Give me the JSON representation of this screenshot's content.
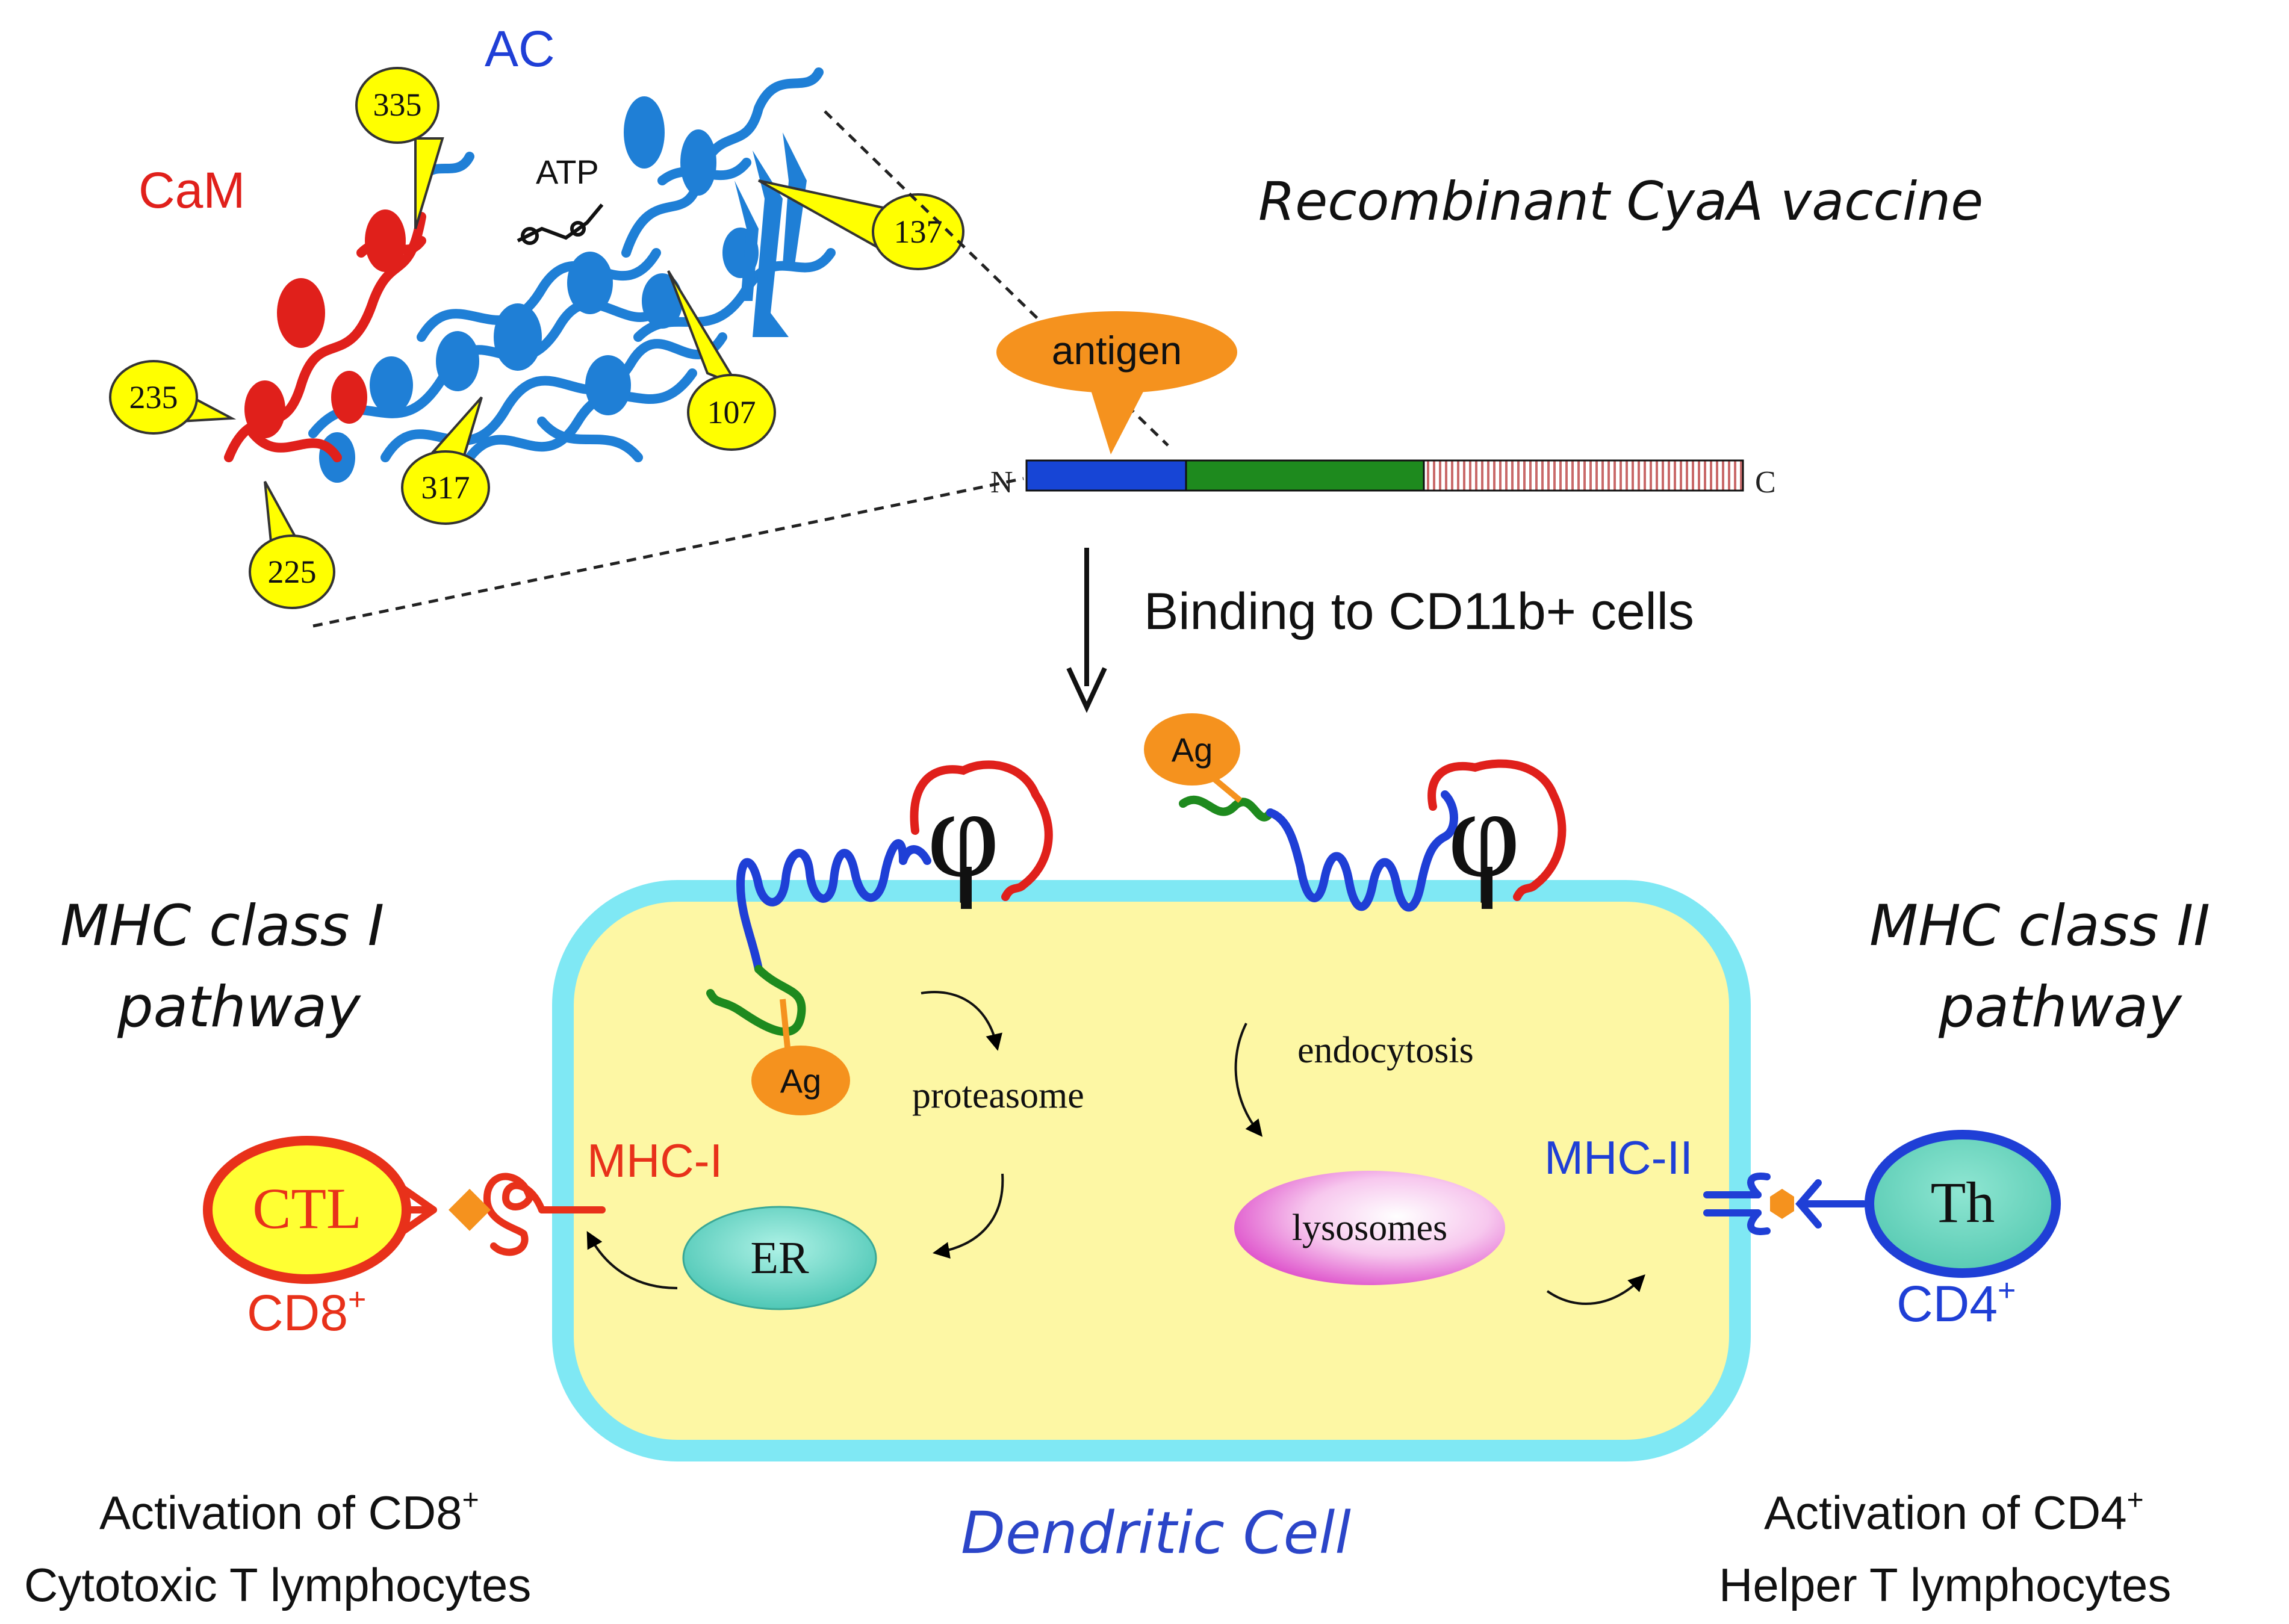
{
  "protein": {
    "ac_label": "AC",
    "cam_label": "CaM",
    "atp_label": "ATP",
    "sites": [
      "335",
      "137",
      "235",
      "107",
      "317",
      "225"
    ]
  },
  "construct": {
    "title": "Recombinant CyaA vaccine",
    "antigen_label": "antigen",
    "n_label": "N",
    "c_label": "C"
  },
  "binding_label": "Binding to CD11b+ cells",
  "cell": {
    "name": "Dendritic Cell",
    "ag_label": "Ag",
    "proteasome": "proteasome",
    "endocytosis": "endocytosis",
    "er": "ER",
    "lysosomes": "lysosomes",
    "receptor_symbol": "φ"
  },
  "class1": {
    "pathway_line1": "MHC class I",
    "pathway_line2": "pathway",
    "mhc_label": "MHC-I",
    "tcell": "CTL",
    "marker": "CD8",
    "marker_sup": "+",
    "activation_line1": "Activation of CD8",
    "activation_sup": "+",
    "activation_line2": "Cytotoxic T lymphocytes"
  },
  "class2": {
    "pathway_line1": "MHC class II",
    "pathway_line2": "pathway",
    "mhc_label": "MHC-II",
    "tcell": "Th",
    "marker": "CD4",
    "marker_sup": "+",
    "activation_line1": "Activation of CD4",
    "activation_sup": "+",
    "activation_line2": "Helper T lymphocytes"
  },
  "colors": {
    "ac_blue": "#1f7fd6",
    "cam_red": "#e0201b",
    "label_yellow": "#ffff00",
    "antigen_orange": "#f5921e",
    "cell_fill": "#fdf7a4",
    "cell_border": "#7fe8f4",
    "segment_blue": "#1745d6",
    "segment_green": "#1e8a1e",
    "segment_stripe": "#c96a6a",
    "class1_red": "#e8311a",
    "class2_blue": "#1f3fd6",
    "er_teal": "#6cd6c4",
    "lysosome_magenta": "#e040c8",
    "dc_label_blue": "#2b45c8"
  }
}
